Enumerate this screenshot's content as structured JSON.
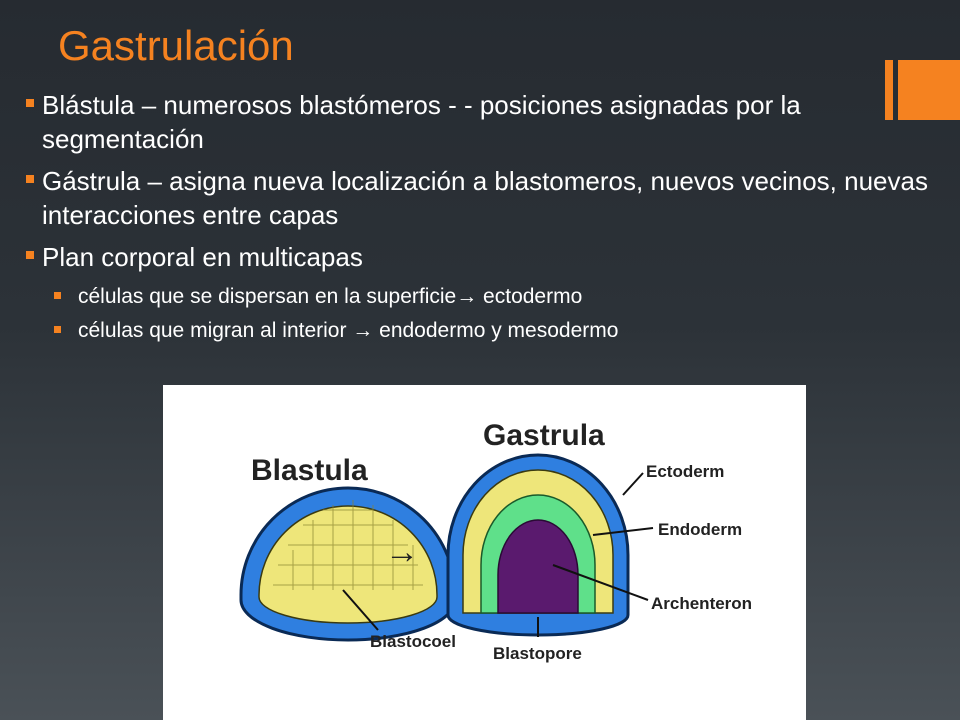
{
  "slide": {
    "title": "Gastrulación",
    "bullets": [
      {
        "text": "Blástula – numerosos blastómeros - - posiciones asignadas por la segmentación"
      },
      {
        "text": "Gástrula – asigna nueva localización  a blastomeros, nuevos vecinos, nuevas interacciones entre capas"
      },
      {
        "text": " Plan corporal en multicapas"
      }
    ],
    "sub_bullets": [
      {
        "text": "células que se dispersan en la superficie→ ectodermo"
      },
      {
        "text": "células que migran al interior → endodermo y mesodermo"
      }
    ]
  },
  "diagram": {
    "labels": {
      "blastula": "Blastula",
      "gastrula": "Gastrula",
      "ectoderm": "Ectoderm",
      "endoderm": "Endoderm",
      "archenteron": "Archenteron",
      "blastocoel": "Blastocoel",
      "blastopore": "Blastopore",
      "arrow": "→"
    },
    "colors": {
      "ectoderm_blue": "#2f7fe0",
      "blastocoel_yellow": "#eee67a",
      "endoderm_green": "#5fe08a",
      "archenteron_purple": "#5a1a6e",
      "accent": "#f58220"
    }
  }
}
